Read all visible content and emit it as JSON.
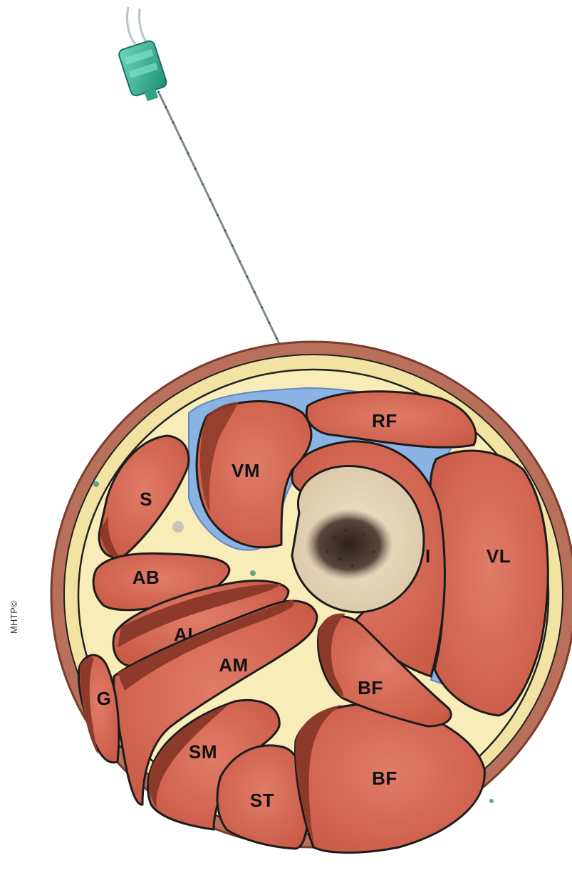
{
  "copyright": "MHTP©",
  "colors": {
    "skin": "#b9705a",
    "fat": "#f6e7ad",
    "muscle": "#d86a56",
    "muscle_edge": "#8e3a2a",
    "fascia_block": "#8ab3e4",
    "bone": "#e6d6bd",
    "marrow": "#4b3a30",
    "needle_hub": "#39b89a"
  },
  "labels": {
    "rf": "RF",
    "vm": "VM",
    "vi": "VI",
    "vl": "VL",
    "s": "S",
    "ab": "AB",
    "al": "AL",
    "am": "AM",
    "g": "G",
    "bf_short": "BF",
    "bf_long": "BF",
    "sm": "SM",
    "st": "ST"
  }
}
